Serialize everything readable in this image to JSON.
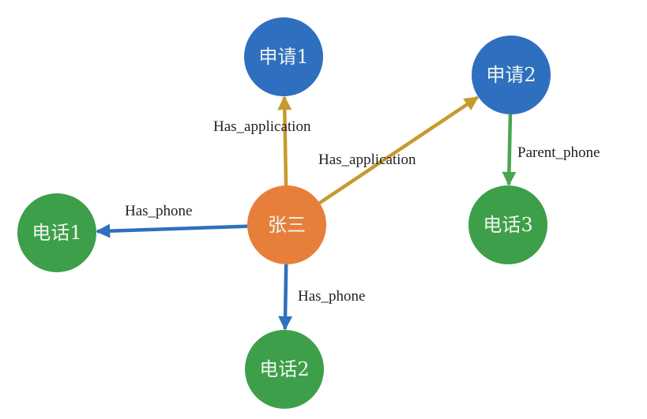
{
  "colors": {
    "application": "#2f6fbf",
    "phone": "#3d9f4a",
    "person": "#e77f3a",
    "has_application_edge": "#c79a2e",
    "has_phone_edge": "#2f6fbf",
    "parent_phone_edge": "#4aa552"
  },
  "nodes": [
    {
      "id": "app1",
      "label": "申请1",
      "type": "application"
    },
    {
      "id": "app2",
      "label": "申请2",
      "type": "application"
    },
    {
      "id": "person",
      "label": "张三",
      "type": "person"
    },
    {
      "id": "phone1",
      "label": "电话1",
      "type": "phone"
    },
    {
      "id": "phone2",
      "label": "电话2",
      "type": "phone"
    },
    {
      "id": "phone3",
      "label": "电话3",
      "type": "phone"
    }
  ],
  "edges": [
    {
      "from": "person",
      "to": "app1",
      "label": "Has_application",
      "type": "has_application_edge"
    },
    {
      "from": "person",
      "to": "app2",
      "label": "Has_application",
      "type": "has_application_edge"
    },
    {
      "from": "person",
      "to": "phone1",
      "label": "Has_phone",
      "type": "has_phone_edge"
    },
    {
      "from": "person",
      "to": "phone2",
      "label": "Has_phone",
      "type": "has_phone_edge"
    },
    {
      "from": "app2",
      "to": "phone3",
      "label": "Parent_phone",
      "type": "parent_phone_edge"
    }
  ]
}
